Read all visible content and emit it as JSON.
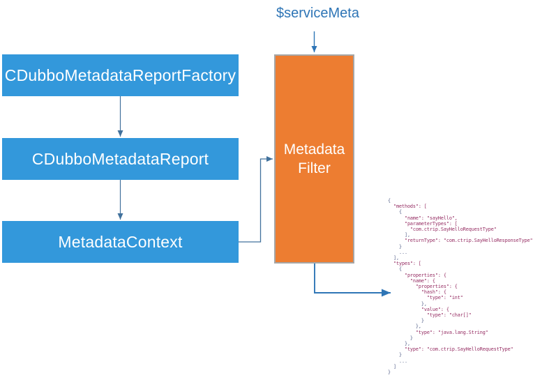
{
  "diagram": {
    "top_label": "$serviceMeta",
    "boxes": [
      {
        "id": "factory",
        "label": "CDubboMetadataReportFactory"
      },
      {
        "id": "report",
        "label": "CDubboMetadataReport"
      },
      {
        "id": "context",
        "label": "MetadataContext"
      }
    ],
    "filter_box": {
      "label": "Metadata\nFilter"
    },
    "flow": [
      "CDubboMetadataReportFactory -> CDubboMetadataReport",
      "CDubboMetadataReport -> MetadataContext",
      "MetadataContext -> Metadata Filter",
      "$serviceMeta -> Metadata Filter",
      "Metadata Filter -> metadata JSON"
    ]
  },
  "colors": {
    "box_blue": "#3398DB",
    "box_orange": "#ED7D31",
    "orange_border": "#A6A6A6",
    "arrow_steel": "#41719C",
    "arrow_bright": "#2E75B6",
    "label_blue": "#2E75B6",
    "code_string": "#93285F",
    "code_punctuation": "#55618A"
  },
  "code": {
    "language": "json",
    "lines": [
      "{",
      "  \"methods\": [",
      "    {",
      "      \"name\": \"sayHello\",",
      "      \"parameterTypes\": [",
      "        \"com.ctrip.SayHelloRequestType\"",
      "      ],",
      "      \"returnType\": \"com.ctrip.SayHelloResponseType\"",
      "    }",
      "    ...",
      "  ],",
      "  \"types\": [",
      "    {",
      "      \"properties\": {",
      "        \"name\": {",
      "          \"properties\": {",
      "            \"hash\": {",
      "              \"type\": \"int\"",
      "            },",
      "            \"value\": {",
      "              \"type\": \"char[]\"",
      "            }",
      "          },",
      "          \"type\": \"java.lang.String\"",
      "        }",
      "      },",
      "      \"type\": \"com.ctrip.SayHelloRequestType\"",
      "    }",
      "    ...",
      "  ]",
      "}"
    ]
  }
}
